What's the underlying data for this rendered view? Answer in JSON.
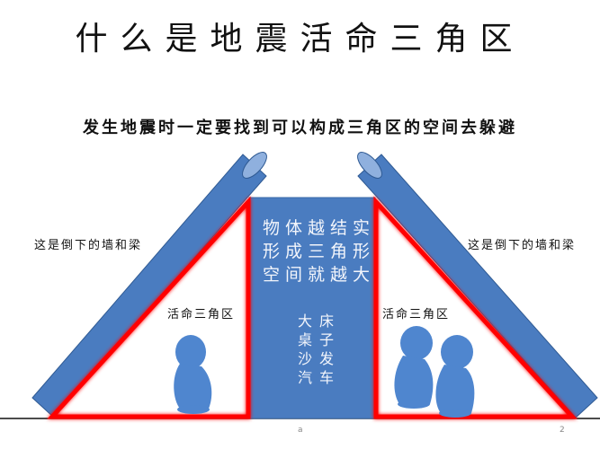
{
  "slide": {
    "title": "什么是地震活命三角区",
    "subtitle": "发生地震时一定要找到可以构成三角区的空间去躲避",
    "left_beam_label": "这是倒下的墙和梁",
    "right_beam_label": "这是倒下的墙和梁",
    "left_zone_label": "活命三角区",
    "right_zone_label": "活命三角区",
    "pillar": {
      "lines": [
        "物体越结实",
        "形成三角形",
        "空间就越大"
      ],
      "objects": [
        "大床",
        "桌子",
        "沙发",
        "汽车"
      ]
    },
    "footer": {
      "left_marker": "a",
      "page_number": "2"
    }
  },
  "colors": {
    "beam": "#4a7cc0",
    "beam_edge": "#2f5a93",
    "beam_cap": "#8fb0de",
    "pillar": "#4a7cc0",
    "triangle_outline": "#ff0000",
    "ground": "#111111",
    "figure": "#4f86cf"
  }
}
